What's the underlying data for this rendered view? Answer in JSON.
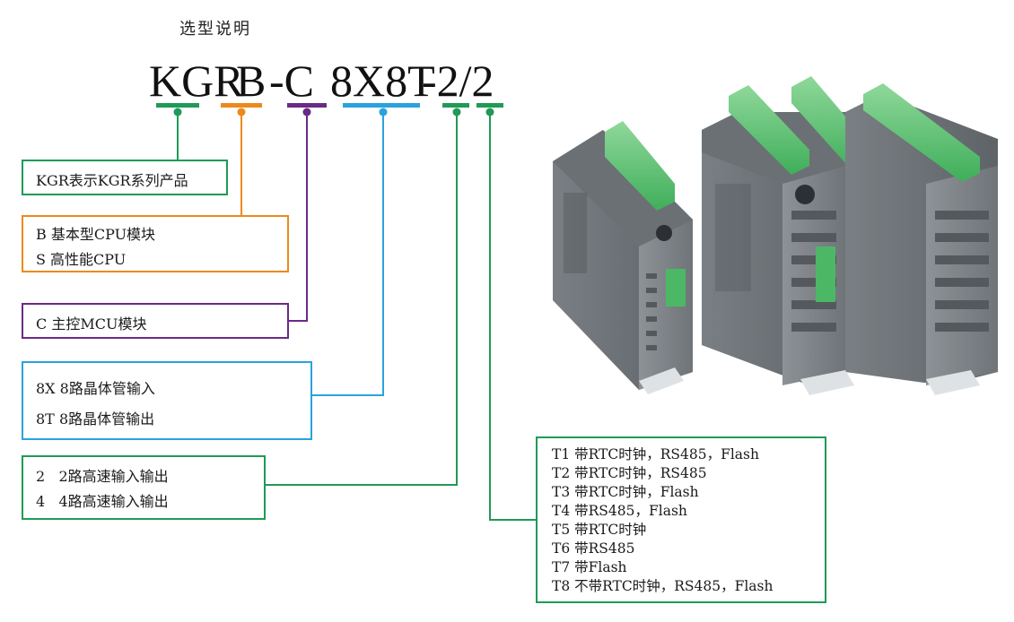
{
  "heading": "选型说明",
  "code": {
    "parts": [
      "KGR",
      "B",
      "-C",
      "8X8T",
      "-2/2"
    ]
  },
  "colors": {
    "green": "#1f9a57",
    "orange": "#ec8a1d",
    "purple": "#6a2a86",
    "blue": "#2aa2dd"
  },
  "boxes": {
    "series": {
      "lines": [
        "KGR表示KGR系列产品"
      ]
    },
    "cpu": {
      "lines": [
        "B 基本型CPU模块",
        "S 高性能CPU"
      ]
    },
    "mcu": {
      "lines": [
        "C 主控MCU模块"
      ]
    },
    "io": {
      "lines": [
        "8X 8路晶体管输入",
        "8T 8路晶体管输出"
      ]
    },
    "highspeed": {
      "lines": [
        "2   2路高速输入输出",
        "4   4路高速输入输出"
      ]
    },
    "options": {
      "lines": [
        "T1 带RTC时钟，RS485，Flash",
        "T2 带RTC时钟，RS485",
        "T3 带RTC时钟，Flash",
        "T4 带RS485，Flash",
        "T5 带RTC时钟",
        "T6 带RS485",
        "T7 带Flash",
        "T8 不带RTC时钟，RS485，Flash"
      ]
    }
  },
  "product_image": {
    "icon": "plc-module-photo"
  }
}
